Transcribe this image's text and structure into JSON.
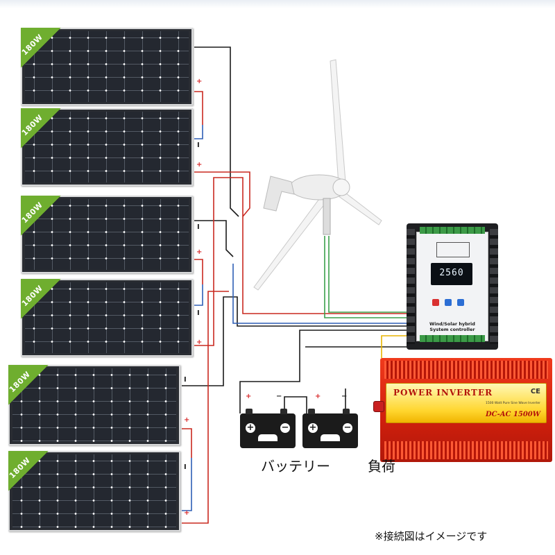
{
  "panels": [
    {
      "wattage": "180W"
    },
    {
      "wattage": "180W"
    },
    {
      "wattage": "180W"
    },
    {
      "wattage": "180W"
    },
    {
      "wattage": "180W"
    },
    {
      "wattage": "180W"
    }
  ],
  "controller": {
    "display_value": "2560",
    "label_line1": "Wind/Solar hybrid",
    "label_line2": "System controller"
  },
  "inverter": {
    "title": "POWER INVERTER",
    "subtitle": "1500 Watt Pure Sine Wave Inverter",
    "model": "DC-AC 1500W",
    "mark": "CE"
  },
  "labels": {
    "battery": "バッテリー",
    "load": "負荷",
    "note": "※接続図はイメージです"
  },
  "colors": {
    "wire_red": "#c9281f",
    "wire_blue": "#2e5fb5",
    "wire_black": "#1a1a1a",
    "wire_green": "#3aa04a",
    "wire_yellow": "#e8b400",
    "watt_tag": "#6fae2f",
    "inverter_red": "#e0301a"
  }
}
